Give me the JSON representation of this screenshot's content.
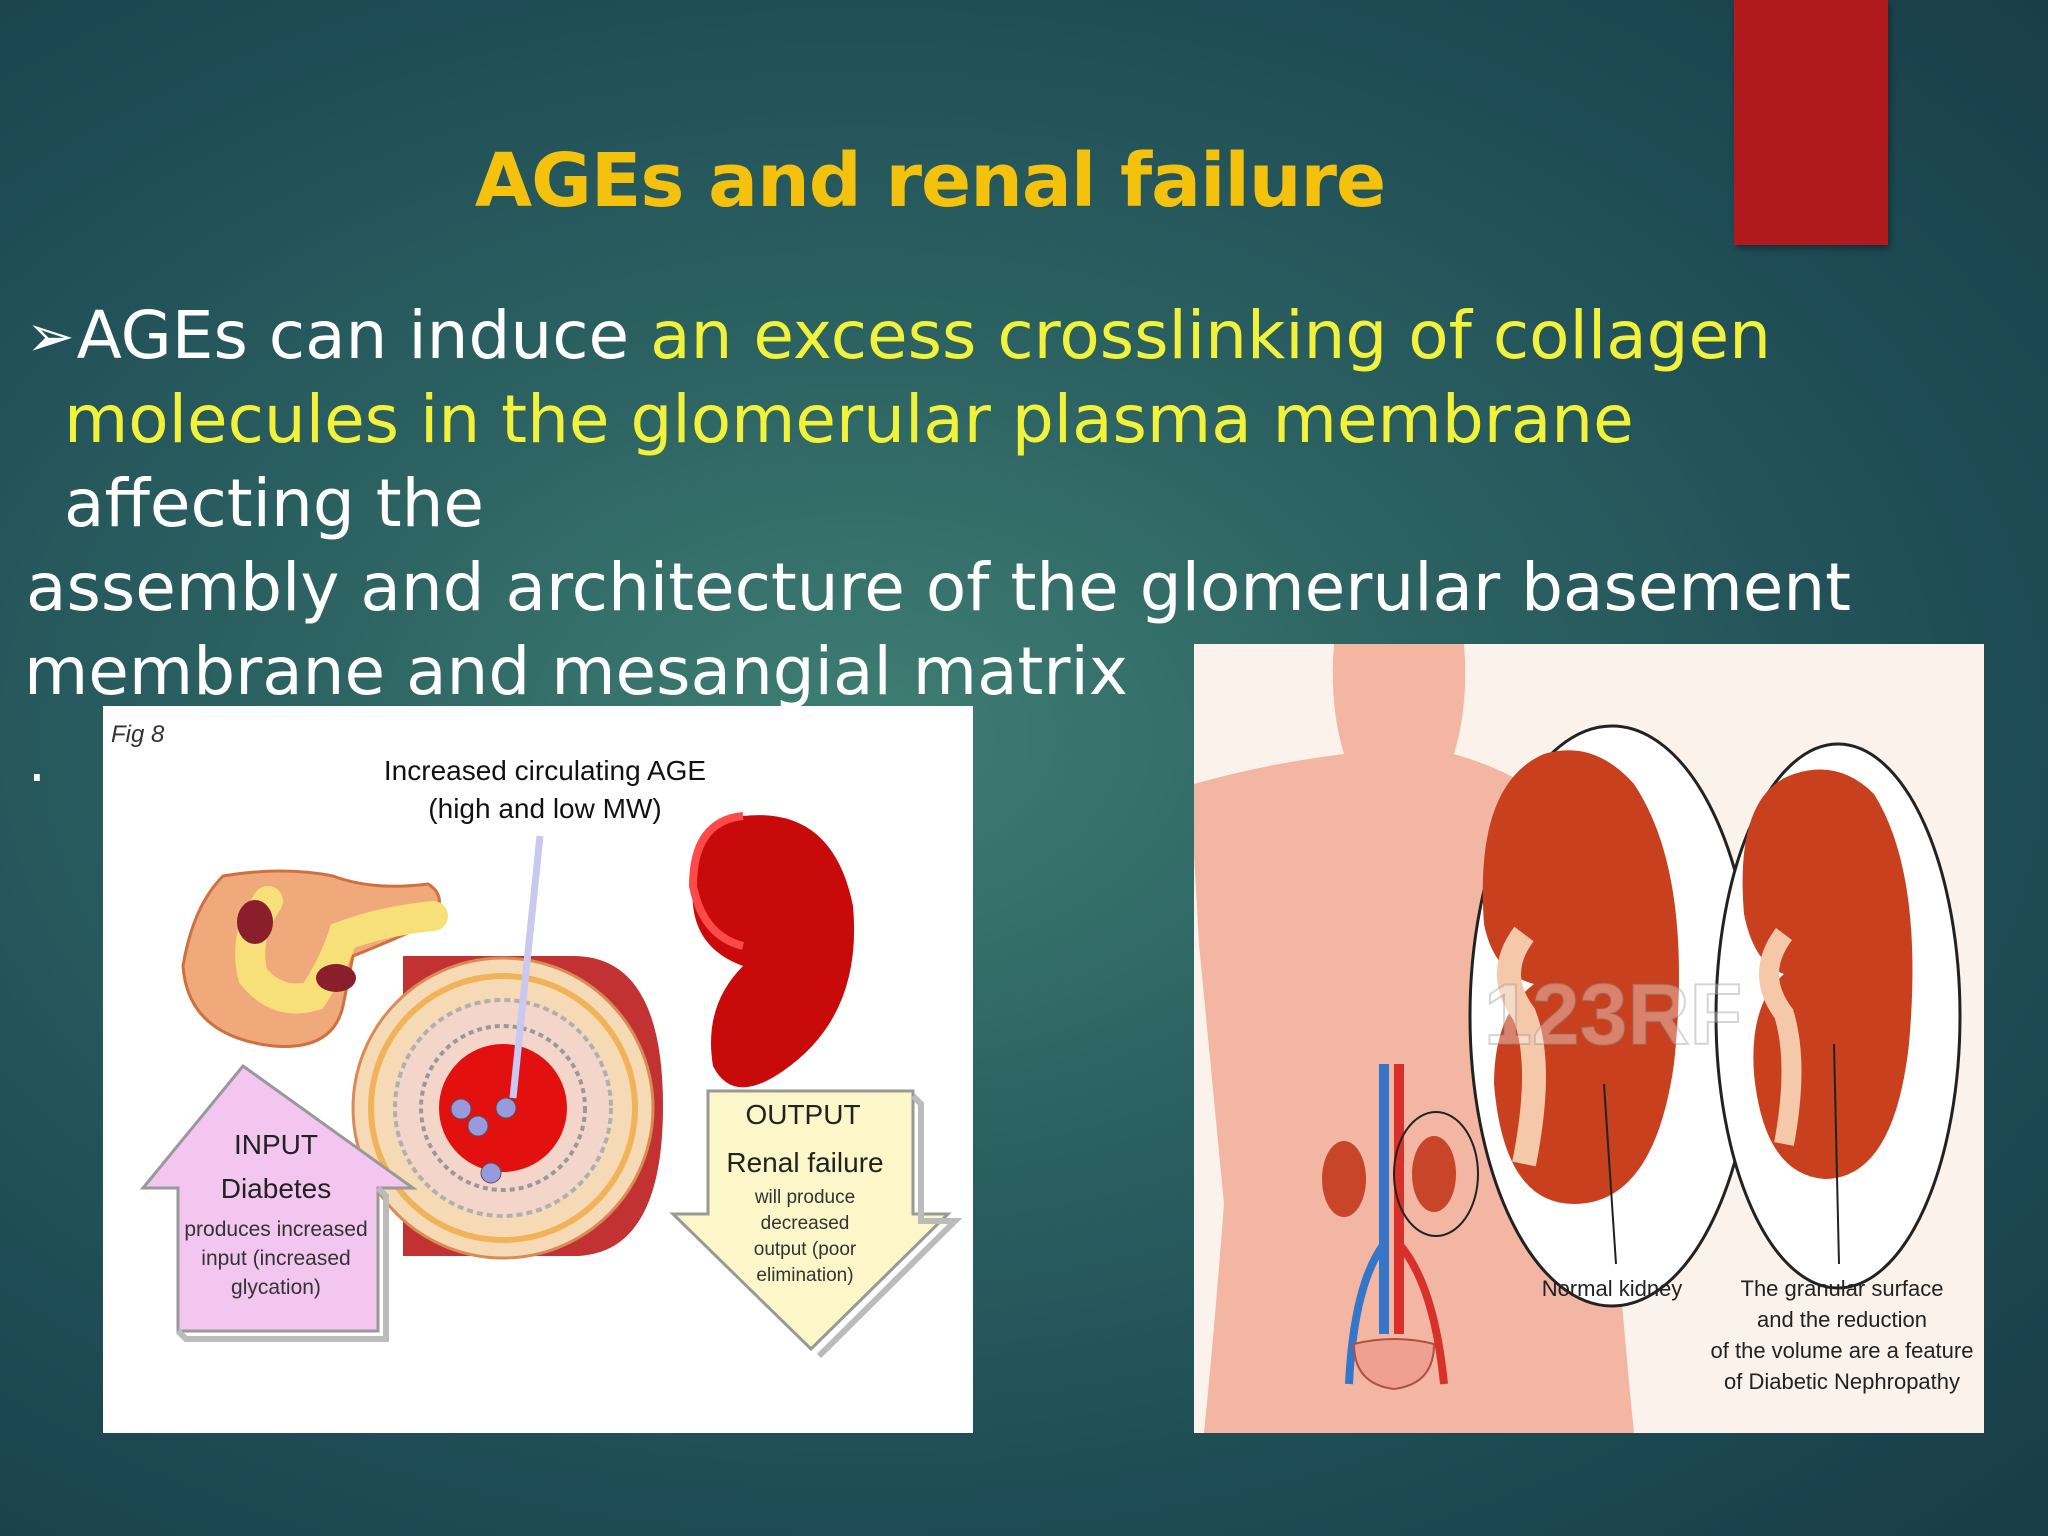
{
  "slide": {
    "title": "AGEs and renal failure",
    "bullet_symbol": "➢",
    "lines": [
      {
        "white": "AGEs can induce ",
        "yellow": "an excess crosslinking of collagen"
      },
      {
        "yellow": "molecules in the glomerular plasma membrane"
      },
      {
        "white": "affecting the"
      },
      {
        "white": " assembly and architecture of the  glomerular basement"
      },
      {
        "white": "membrane  and mesangial matrix"
      }
    ],
    "trailing_dot": "."
  },
  "figure_left": {
    "fig_label": "Fig 8",
    "heading_line1": "Increased circulating AGE",
    "heading_line2": "(high and low MW)",
    "input_title": "INPUT",
    "input_subtitle": "Diabetes",
    "input_desc_1": "produces increased",
    "input_desc_2": "input (increased",
    "input_desc_3": "glycation)",
    "output_title": "OUTPUT",
    "output_subtitle": "Renal failure",
    "output_desc_1": "will produce",
    "output_desc_2": "decreased",
    "output_desc_3": "output (poor",
    "output_desc_4": "elimination)"
  },
  "figure_right": {
    "watermark": "123RF",
    "normal_label": "Normal kidney",
    "diseased_label_1": "The granular surface",
    "diseased_label_2": "and the reduction",
    "diseased_label_3": "of the volume are a feature",
    "diseased_label_4": "of Diabetic Nephropathy"
  },
  "colors": {
    "title": "#f4c20d",
    "highlight": "#f2f23a",
    "accent_bar": "#b01a1c"
  }
}
